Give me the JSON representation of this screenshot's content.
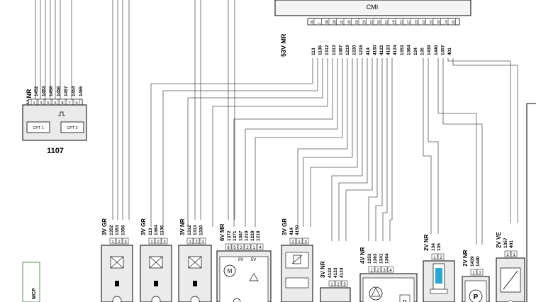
{
  "ecu": {
    "label": "CMI",
    "connector": "53V MR",
    "pins": [
      "36",
      "7",
      "38",
      "29",
      "11",
      "30",
      "10",
      "20",
      "31",
      "50",
      "51",
      "19",
      "21",
      "37",
      "23",
      "43",
      "33",
      "34",
      "14",
      "32"
    ],
    "wires": [
      "113",
      "1136",
      "1312",
      "1313",
      "1367",
      "1219",
      "1220",
      "1218",
      "414",
      "4150",
      "4122",
      "4123",
      "4124",
      "1353",
      "1364",
      "134",
      "135",
      "1439",
      "1440",
      "1357",
      "401"
    ]
  },
  "cpt_block": {
    "connector": "9V NR",
    "wires": [
      "1452",
      "1453",
      "1458",
      "1456",
      "1457",
      "1454",
      "1455"
    ],
    "pins": [
      "1",
      "3",
      "5",
      "6",
      "8",
      "7",
      "9"
    ],
    "sensor1": "CPT 1",
    "sensor2": "CPT 2",
    "component_id": "1107"
  },
  "connectors": [
    {
      "id": "c1",
      "label": "3V GR",
      "wires": [
        "1352",
        "1353",
        "1356"
      ],
      "pins": [
        "1",
        "2",
        "3"
      ]
    },
    {
      "id": "c2",
      "label": "3V GR",
      "wires": [
        "113",
        "1364",
        "1136"
      ],
      "pins": [
        "1",
        "2",
        "3"
      ]
    },
    {
      "id": "c3",
      "label": "3V NR",
      "wires": [
        "1312",
        "1313",
        "1330"
      ],
      "pins": [
        "1",
        "2",
        "3"
      ]
    },
    {
      "id": "c4",
      "label": "6V MR",
      "wires": [
        "1372",
        "1371",
        "1367",
        "1219",
        "1220",
        "1218"
      ],
      "pins": [
        "6",
        "5",
        "3",
        "2",
        "1",
        "4"
      ],
      "v0": "0V",
      "v5": "5V"
    },
    {
      "id": "c5",
      "label": "3V GR",
      "wires": [
        "414",
        "4150"
      ],
      "pins": [
        "2",
        "1",
        "3"
      ]
    },
    {
      "id": "c6",
      "label": "3V NR",
      "wires": [
        "4122",
        "4123",
        "4124"
      ],
      "pins": [
        "1",
        "2",
        "3"
      ]
    },
    {
      "id": "c7",
      "label": "4V NR",
      "wires": [
        "1353",
        "1363",
        "1341",
        "1364"
      ],
      "pins": [
        "1",
        "2",
        "3",
        "4"
      ]
    },
    {
      "id": "c8",
      "label": "2V NR",
      "wires": [
        "134",
        "135"
      ],
      "pins": [
        "1",
        "2"
      ]
    },
    {
      "id": "c9",
      "label": "2V NR",
      "wires": [
        "1439",
        "1440"
      ],
      "pins": [
        "1",
        "2"
      ]
    },
    {
      "id": "c10",
      "label": "2V VE",
      "wires": [
        "1357",
        "401"
      ],
      "pins": [
        "2",
        "1"
      ]
    }
  ],
  "side_label": "MCP"
}
